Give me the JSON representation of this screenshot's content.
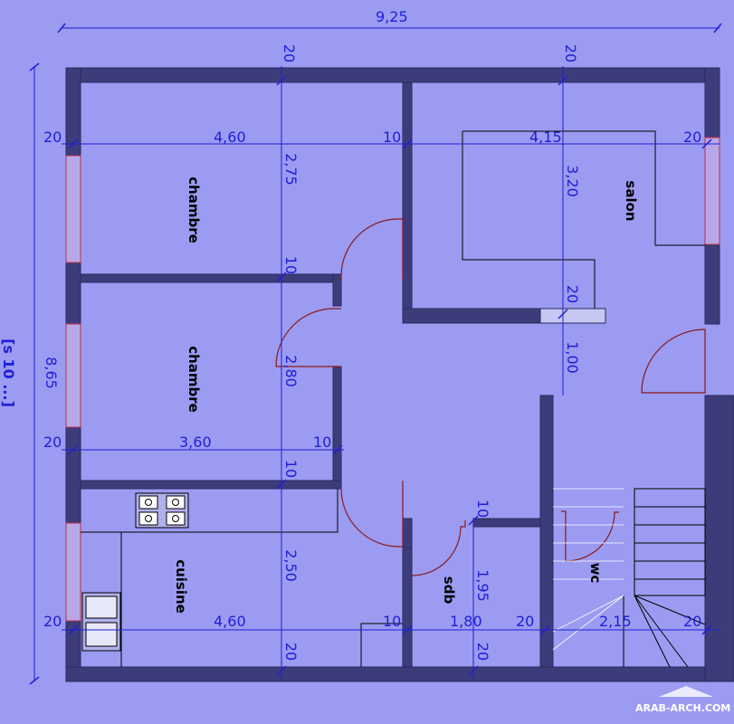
{
  "dimensions": {
    "total_width": "9,25",
    "total_height": "8,65",
    "top_left_wall": "20",
    "top_right_wall": "20",
    "chambre1_width": "4,60",
    "inner_wall_top": "10",
    "salon_width": "4,15",
    "left_wall_top": "20",
    "right_wall_top": "20",
    "chambre1_height": "2,75",
    "salon_height": "3,20",
    "partition_wall_1": "10",
    "salon_bottom_wall": "20",
    "hall_depth": "1,00",
    "chambre2_height": "2,80",
    "left_wall_mid": "20",
    "chambre2_width": "3,60",
    "chambre2_right_wall": "10",
    "partition_wall_2": "10",
    "sdb_top_wall": "10",
    "cuisine_height": "2,50",
    "sdb_height": "1,95",
    "left_wall_bottom": "20",
    "cuisine_width": "4,60",
    "cuisine_right_wall": "10",
    "sdb_width": "1,80",
    "sdb_right_wall": "20",
    "stair_width": "2,15",
    "right_wall_bottom": "20",
    "bottom_wall_left": "20",
    "bottom_wall_right": "20",
    "side_note": "[s 10 ...]"
  },
  "rooms": {
    "chambre_1": "chambre",
    "chambre_2": "chambre",
    "salon": "salon",
    "cuisine": "cuisine",
    "sdb": "sdb",
    "wc": "wc"
  },
  "watermark": "ARAB-ARCH.COM",
  "colors": {
    "background": "#9b9bf2",
    "wall": "#3c3c7a",
    "dimension": "#1f1fd6",
    "door": "#8b1a1a"
  }
}
